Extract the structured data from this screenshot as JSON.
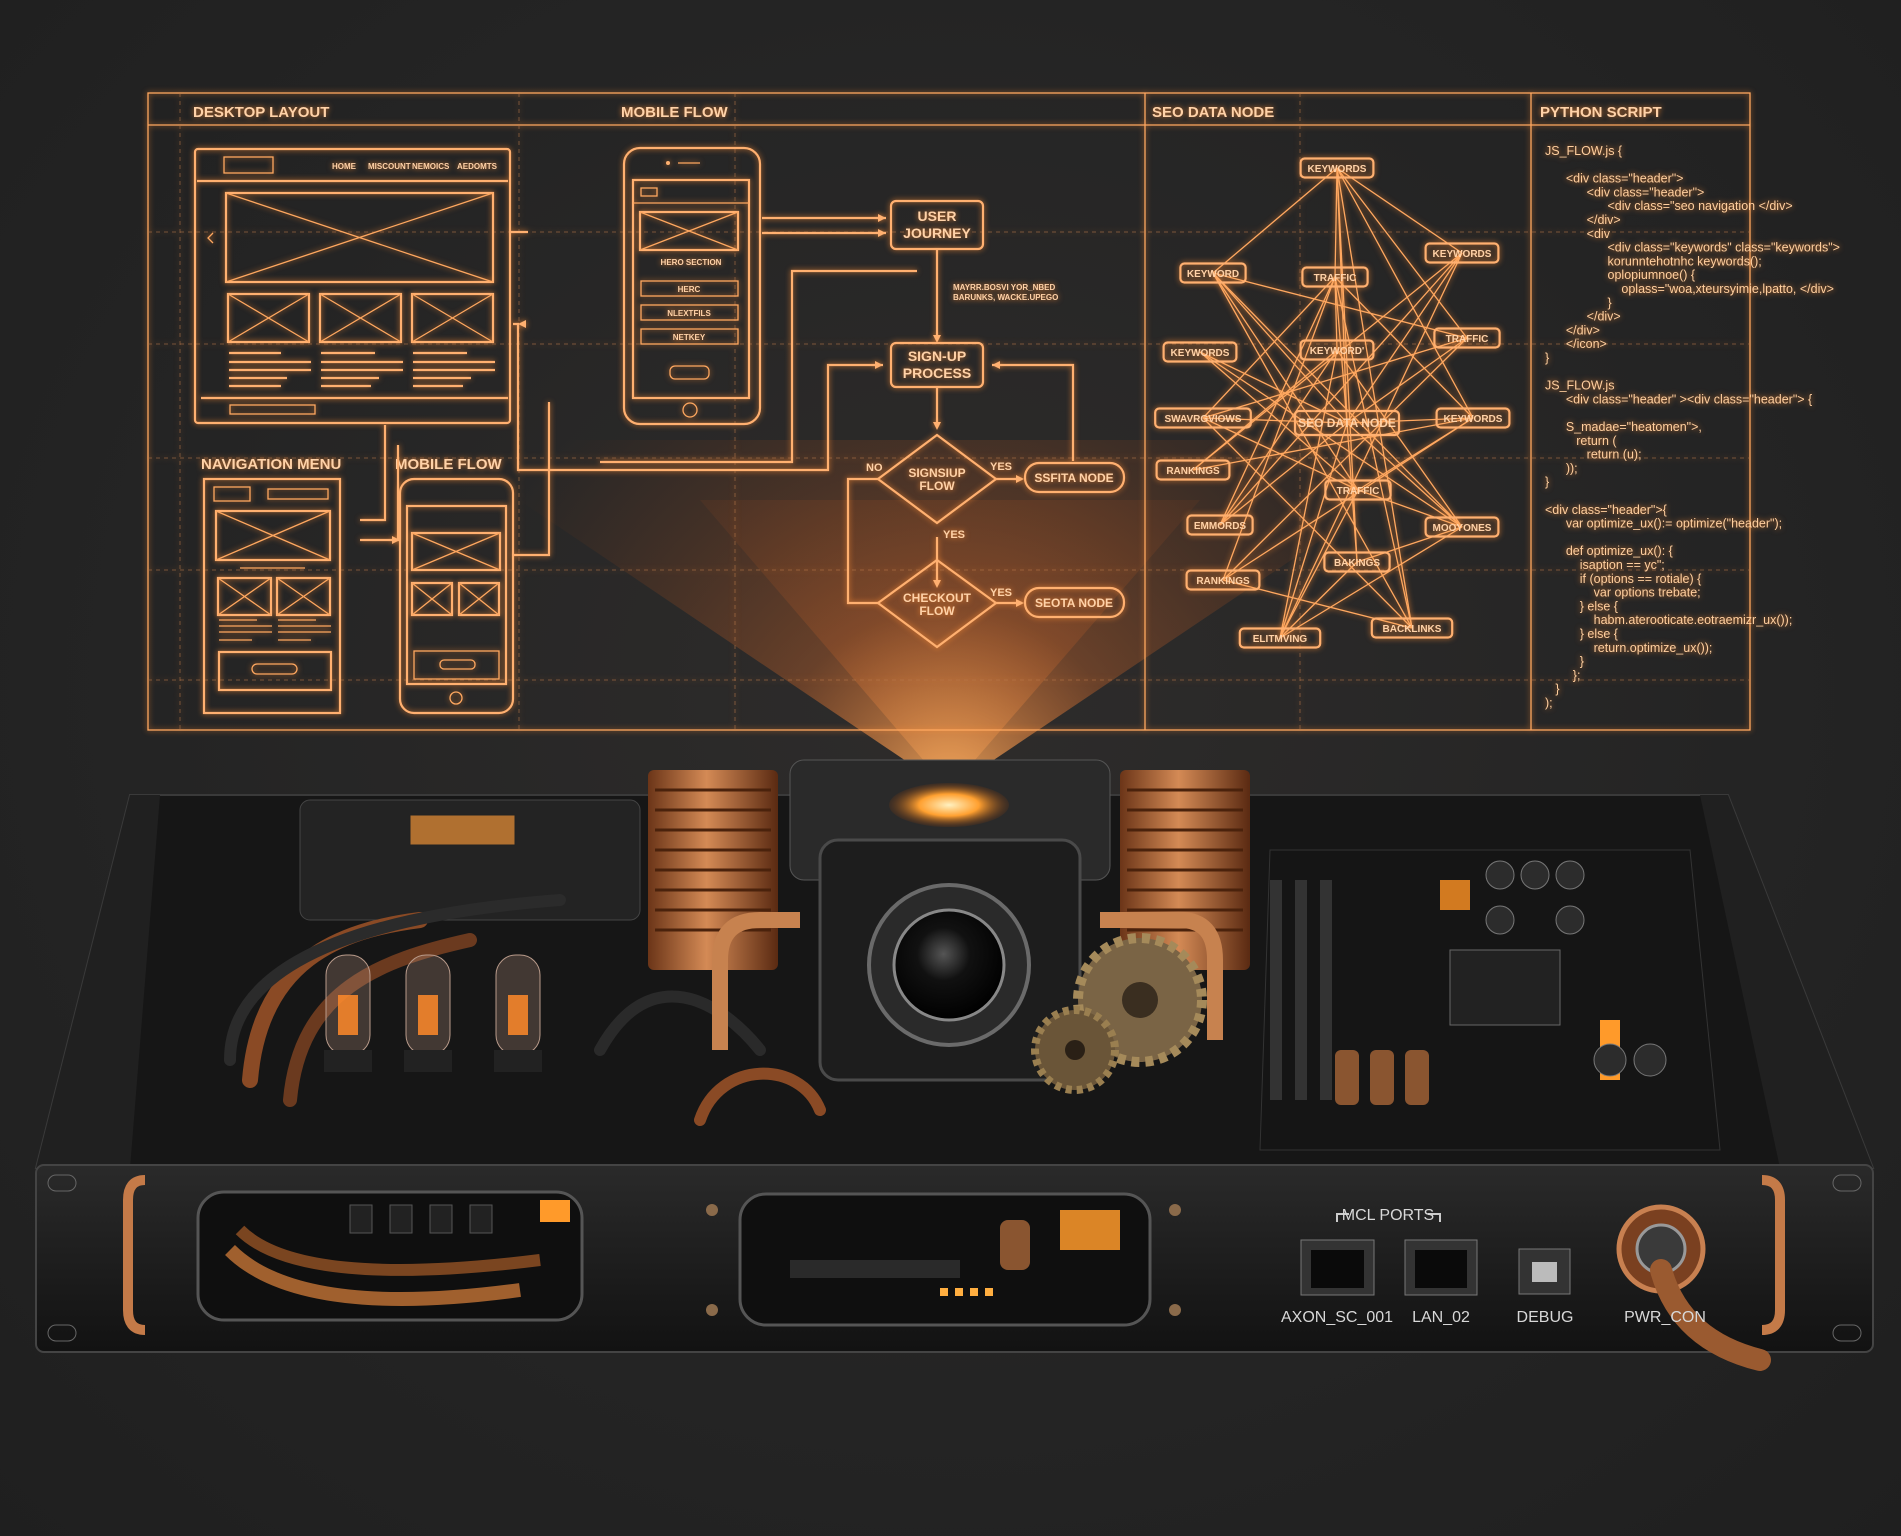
{
  "hologram": {
    "sections": {
      "desktop": "DESKTOP LAYOUT",
      "mobile": "MOBILE FLOW",
      "seo": "SEO DATA NODE",
      "python": "PYTHON SCRIPT"
    },
    "desktop_nav": [
      "HOME",
      "MISCOUNT",
      "NEMOICS",
      "AEDOMTS"
    ],
    "navigation_menu_label": "NAVIGATION MENU",
    "mobile_flow_label": "MOBILE FLOW",
    "phone_items": {
      "hero": "HERO SECTION",
      "item1": "HERC",
      "item2": "NLEXTFILS",
      "item3": "NETKEY"
    },
    "flow": {
      "user_journey": [
        "USER",
        "JOURNEY"
      ],
      "note": [
        "MAYRR.BOSVI YOR_NBED",
        "BARUNKS, WACKE.UPEGO"
      ],
      "signup_process": [
        "SIGN-UP",
        "PROCESS"
      ],
      "signup_flow": [
        "SIGNSIUP",
        "FLOW"
      ],
      "checkout_flow": [
        "CHECKOUT",
        "FLOW"
      ],
      "no": "NO",
      "yes1": "YES",
      "yes2": "YES",
      "yes3": "YES",
      "node1": "SSFITA NODE",
      "node2": "SEOTA NODE"
    },
    "seo_nodes": [
      "KEYWORDS",
      "KEYWORD",
      "TRAFFIC",
      "KEYWORDS",
      "KEYWORDS",
      "KEYWORD'",
      "TRAFFIC",
      "SWAVRGVIOWS",
      "SEO DATA NODE",
      "KEYWORDS",
      "RANKINGS",
      "TRAFFIC",
      "EMMORDS",
      "MOOYONES",
      "BAKINGS",
      "RANKINGS",
      "BACKLINKS",
      "ELITMVING"
    ],
    "seo_edges": [
      [
        0,
        1
      ],
      [
        0,
        2
      ],
      [
        0,
        3
      ],
      [
        0,
        6
      ],
      [
        0,
        8
      ],
      [
        0,
        9
      ],
      [
        0,
        14
      ],
      [
        0,
        16
      ],
      [
        1,
        8
      ],
      [
        1,
        11
      ],
      [
        1,
        13
      ],
      [
        1,
        16
      ],
      [
        1,
        6
      ],
      [
        2,
        5
      ],
      [
        2,
        7
      ],
      [
        2,
        8
      ],
      [
        2,
        12
      ],
      [
        2,
        15
      ],
      [
        2,
        9
      ],
      [
        2,
        16
      ],
      [
        3,
        10
      ],
      [
        3,
        12
      ],
      [
        3,
        17
      ],
      [
        3,
        8
      ],
      [
        4,
        8
      ],
      [
        4,
        11
      ],
      [
        4,
        13
      ],
      [
        6,
        15
      ],
      [
        6,
        8
      ],
      [
        6,
        7
      ],
      [
        7,
        8
      ],
      [
        7,
        11
      ],
      [
        7,
        16
      ],
      [
        8,
        9
      ],
      [
        8,
        12
      ],
      [
        8,
        13
      ],
      [
        8,
        17
      ],
      [
        8,
        14
      ],
      [
        9,
        15
      ],
      [
        9,
        11
      ],
      [
        10,
        5
      ],
      [
        10,
        9
      ],
      [
        11,
        17
      ],
      [
        11,
        13
      ],
      [
        12,
        5
      ],
      [
        13,
        14
      ],
      [
        13,
        17
      ],
      [
        15,
        16
      ],
      [
        14,
        17
      ],
      [
        5,
        13
      ],
      [
        5,
        17
      ]
    ],
    "code_lines": [
      "JS_FLOW.js {",
      "",
      "      <div class=\"header\">",
      "            <div class=\"header\">",
      "                  <div class=\"seo navigation </div>",
      "            </div>",
      "            <div",
      "                  <div class=\"keywords\" class=\"keywords\">",
      "                  korunntehotnhc keywords();",
      "                  oplopiumnoe() {",
      "                      oplass=\"woa,xteursyimie,lpatto, </div>",
      "                  }",
      "            </div>",
      "      </div>",
      "      </icon>",
      "}",
      "",
      "JS_FLOW.js",
      "      <div class=\"header\" ><div class=\"header\"> {",
      "",
      "      S_madae=\"heatomen\">,",
      "         return (",
      "            return (u);",
      "      ));",
      "}",
      "",
      "<div class=\"header\">{",
      "      var optimize_ux():= optimize(\"header\");",
      "",
      "      def optimize_ux(): {",
      "          isaption == yc\";",
      "          if (options == rotiale) {",
      "              var options trebate;",
      "          } else {",
      "              habm.aterooticate.eotraemizr_ux());",
      "          } else {",
      "              return.optimize_ux());",
      "          }",
      "        };",
      "   }",
      ");"
    ]
  },
  "panel": {
    "ports_group": "MCL PORTS",
    "port1": "AXON_SC_001",
    "port2": "LAN_02",
    "debug": "DEBUG",
    "power": "PWR_CON"
  },
  "colors": {
    "hologram": "#ffb070",
    "background": "#262626",
    "copper": "#b8693a",
    "chassis": "#1a1a1a"
  }
}
